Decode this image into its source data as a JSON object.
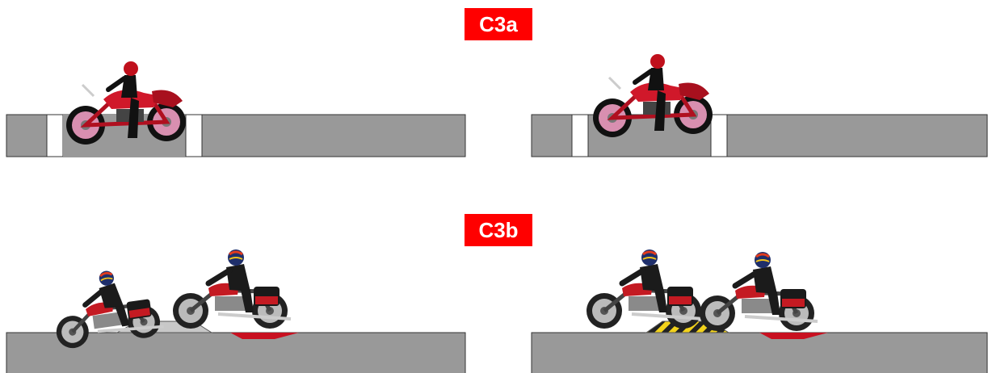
{
  "labels": {
    "top": "C3a",
    "bottom": "C3b"
  },
  "colors": {
    "label_bg": "#ff0000",
    "road": "#999999",
    "bike_red": "#d0182a",
    "rider": "#111111",
    "warning_yellow": "#f2d21b"
  },
  "scenes": [
    {
      "id": "c3a-left",
      "description_icon": "motorcycle-on-rumble-strip-icon"
    },
    {
      "id": "c3a-right",
      "description_icon": "motorcycle-on-rumble-strip-icon"
    },
    {
      "id": "c3b-left",
      "description_icon": "motorcycles-over-speed-bump-icon"
    },
    {
      "id": "c3b-right",
      "description_icon": "motorcycles-over-marked-speed-bump-icon"
    }
  ]
}
